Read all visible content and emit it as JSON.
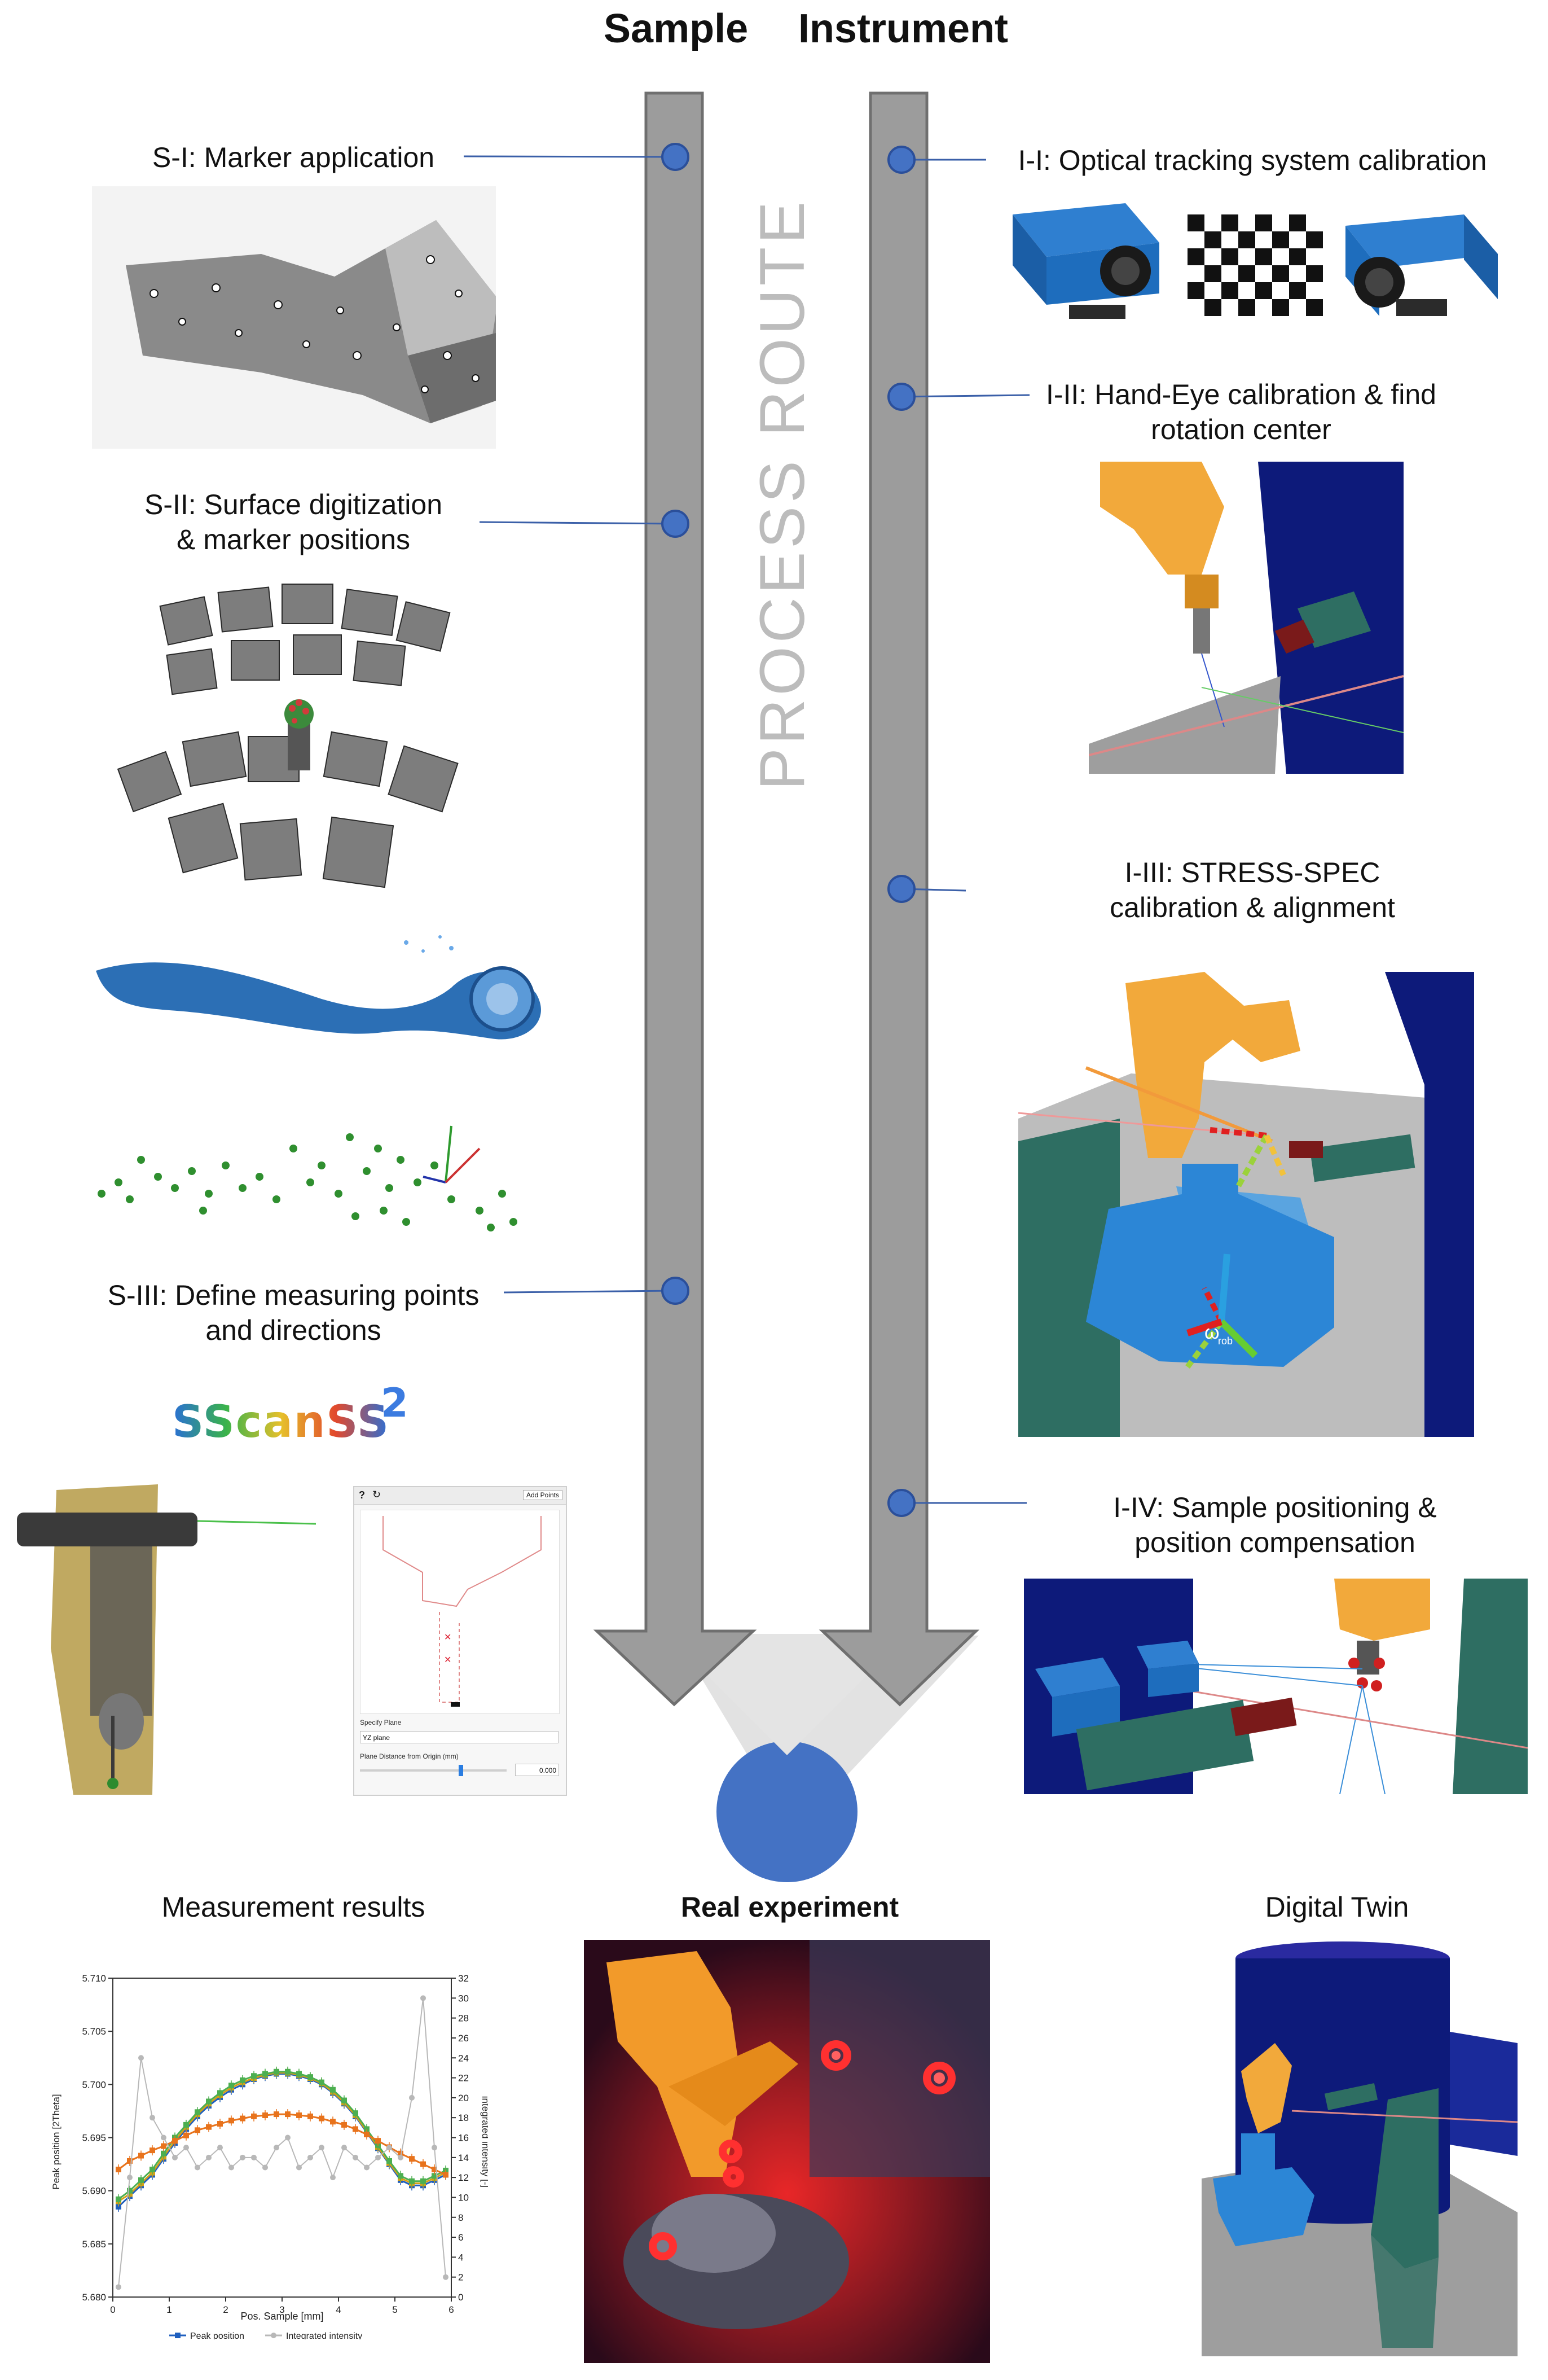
{
  "headers": {
    "sample": "Sample",
    "instrument": "Instrument"
  },
  "route_label": "PROCESS ROUTE",
  "sample_steps": {
    "s1": "S-I: Marker application",
    "s2_line1": "S-II: Surface digitization",
    "s2_line2": "& marker positions",
    "s3_line1": "S-III: Define measuring points",
    "s3_line2": "and directions"
  },
  "instrument_steps": {
    "i1": "I-I: Optical tracking system calibration",
    "i2_line1": "I-II: Hand-Eye calibration & find",
    "i2_line2": "rotation center",
    "i3_line1": "I-III: STRESS-SPEC",
    "i3_line2": "calibration & alignment",
    "i4_line1": "I-IV:  Sample positioning &",
    "i4_line2": "position compensation"
  },
  "bottom": {
    "measurement_results": "Measurement results",
    "real_experiment": "Real experiment",
    "digital_twin": "Digital Twin"
  },
  "sscanss_logo": "SScanSS",
  "sscanss_logo_sup": "2",
  "sscanss_panel": {
    "toolbar_q": "?",
    "add_points": "Add Points",
    "specify_plane": "Specify Plane",
    "plane_value": "YZ plane",
    "plane_distance": "Plane Distance from Origin (mm)",
    "distance_value": "0.000"
  },
  "rob_label": "ω",
  "rob_sub": "rob",
  "colors": {
    "rail": "#9c9c9c",
    "rail_edge": "#6f6f6f",
    "node": "#4472c4",
    "connector": "#3a5fa8",
    "robot": "#f2a93b",
    "teal": "#2e6e62",
    "navy": "#0d1a7a",
    "blue_scan": "#2c6fb5"
  },
  "chart_data": {
    "type": "line",
    "xlabel": "Pos. Sample [mm]",
    "ylabel": "Peak position [2Theta]",
    "y2label": "integrated intensity [-]",
    "xlim": [
      0,
      6
    ],
    "ylim": [
      5.68,
      5.71
    ],
    "y2lim": [
      0,
      32
    ],
    "x_ticks": [
      "0",
      "1",
      "2",
      "3",
      "4",
      "5",
      "6"
    ],
    "y_ticks": [
      "5.680",
      "5.685",
      "5.690",
      "5.695",
      "5.700",
      "5.705",
      "5.710"
    ],
    "y2_ticks": [
      "0",
      "2",
      "4",
      "6",
      "8",
      "10",
      "12",
      "14",
      "16",
      "18",
      "20",
      "22",
      "24",
      "26",
      "28",
      "30",
      "32"
    ],
    "legend": [
      "Peak position",
      "Integrated intensity"
    ],
    "x": [
      0.1,
      0.3,
      0.5,
      0.7,
      0.9,
      1.1,
      1.3,
      1.5,
      1.7,
      1.9,
      2.1,
      2.3,
      2.5,
      2.7,
      2.9,
      3.1,
      3.3,
      3.5,
      3.7,
      3.9,
      4.1,
      4.3,
      4.5,
      4.7,
      4.9,
      5.1,
      5.3,
      5.5,
      5.7,
      5.9
    ],
    "series": [
      {
        "name": "Peak position",
        "axis": "left",
        "color": "#1f5fbf",
        "values": [
          5.6885,
          5.6895,
          5.6905,
          5.6915,
          5.693,
          5.6945,
          5.6958,
          5.697,
          5.698,
          5.6988,
          5.6995,
          5.7,
          5.7005,
          5.7008,
          5.701,
          5.701,
          5.7008,
          5.7005,
          5.7,
          5.6992,
          5.6982,
          5.697,
          5.6955,
          5.694,
          5.6925,
          5.691,
          5.6905,
          5.6905,
          5.691,
          5.6915
        ]
      },
      {
        "name": "",
        "axis": "left",
        "color": "#d4a017",
        "values": [
          5.689,
          5.6897,
          5.6907,
          5.6917,
          5.6932,
          5.6947,
          5.696,
          5.6972,
          5.6982,
          5.699,
          5.6997,
          5.7002,
          5.7006,
          5.7009,
          5.7011,
          5.7011,
          5.7009,
          5.7006,
          5.7001,
          5.6993,
          5.6983,
          5.6971,
          5.6956,
          5.6941,
          5.6926,
          5.6912,
          5.6907,
          5.6907,
          5.6912,
          5.6917
        ]
      },
      {
        "name": "",
        "axis": "left",
        "color": "#4caf50",
        "values": [
          5.6892,
          5.69,
          5.691,
          5.692,
          5.6935,
          5.695,
          5.6962,
          5.6974,
          5.6984,
          5.6992,
          5.6999,
          5.7004,
          5.7008,
          5.701,
          5.7012,
          5.7012,
          5.701,
          5.7007,
          5.7002,
          5.6995,
          5.6985,
          5.6973,
          5.6958,
          5.6943,
          5.6928,
          5.6914,
          5.6909,
          5.6909,
          5.6914,
          5.6919
        ]
      },
      {
        "name": "",
        "axis": "left",
        "color": "#e8731c",
        "values": [
          5.692,
          5.6928,
          5.6933,
          5.6938,
          5.6942,
          5.6947,
          5.6952,
          5.6957,
          5.696,
          5.6963,
          5.6966,
          5.6968,
          5.697,
          5.6971,
          5.6972,
          5.6972,
          5.6971,
          5.697,
          5.6968,
          5.6965,
          5.6962,
          5.6958,
          5.6953,
          5.6947,
          5.6941,
          5.6935,
          5.693,
          5.6925,
          5.692,
          5.6915
        ]
      },
      {
        "name": "Integrated intensity",
        "axis": "right",
        "color": "#b8b8b8",
        "values": [
          1,
          12,
          24,
          18,
          16,
          14,
          15,
          13,
          14,
          15,
          13,
          14,
          14,
          13,
          15,
          16,
          13,
          14,
          15,
          12,
          15,
          14,
          13,
          14,
          15,
          14,
          20,
          30,
          15,
          2
        ]
      }
    ]
  }
}
